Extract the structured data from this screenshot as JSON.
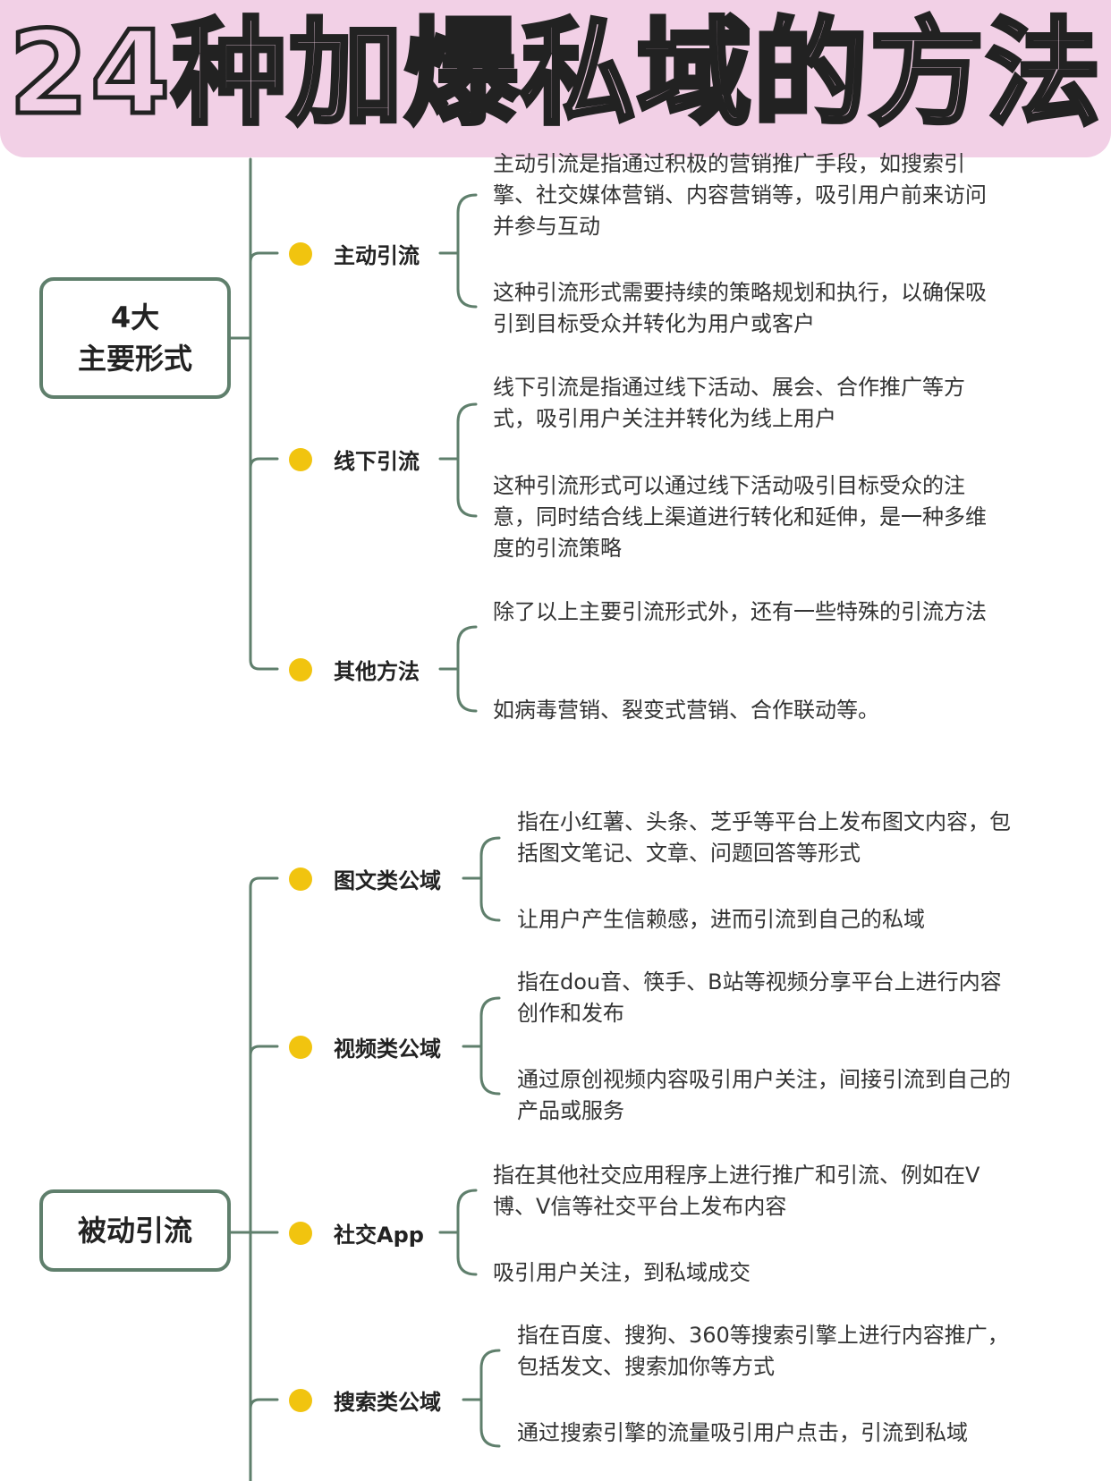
{
  "title": "24种加爆私域的方法",
  "sections": [
    {
      "root_lines": [
        "4大",
        "主要形式"
      ],
      "branches": [
        {
          "label": "主动引流",
          "leaves": [
            "主动引流是指通过积极的营销推广手段，如搜索引擎、社交媒体营销、内容营销等，吸引用户前来访问并参与互动",
            "这种引流形式需要持续的策略规划和执行，以确保吸引到目标受众并转化为用户或客户"
          ]
        },
        {
          "label": "线下引流",
          "leaves": [
            "线下引流是指通过线下活动、展会、合作推广等方式，吸引用户关注并转化为线上用户",
            "这种引流形式可以通过线下活动吸引目标受众的注意，同时结合线上渠道进行转化和延伸，是一种多维度的引流策略"
          ]
        },
        {
          "label": "其他方法",
          "leaves": [
            "除了以上主要引流形式外，还有一些特殊的引流方法",
            "如病毒营销、裂变式营销、合作联动等。"
          ]
        }
      ]
    },
    {
      "root_lines": [
        "被动引流"
      ],
      "branches": [
        {
          "label": "图文类公域",
          "leaves": [
            "指在小红薯、头条、芝乎等平台上发布图文内容，包括图文笔记、文章、问题回答等形式",
            "让用户产生信赖感，进而引流到自己的私域"
          ]
        },
        {
          "label": "视频类公域",
          "leaves": [
            "指在dou音、筷手、B站等视频分享平台上进行内容创作和发布",
            "通过原创视频内容吸引用户关注，间接引流到自己的产品或服务"
          ]
        },
        {
          "label": "社交App",
          "leaves": [
            "指在其他社交应用程序上进行推广和引流、例如在V博、V信等社交平台上发布内容",
            "吸引用户关注，到私域成交"
          ]
        },
        {
          "label": "搜索类公域",
          "leaves": [
            "指在百度、搜狗、360等搜索引擎上进行内容推广，包括发文、搜索加你等方式",
            "通过搜索引擎的流量吸引用户点击，引流到私域"
          ]
        }
      ]
    }
  ],
  "colors": {
    "banner": "#f2d0e6",
    "line": "#5f7f6c",
    "dot": "#f1c40f"
  }
}
